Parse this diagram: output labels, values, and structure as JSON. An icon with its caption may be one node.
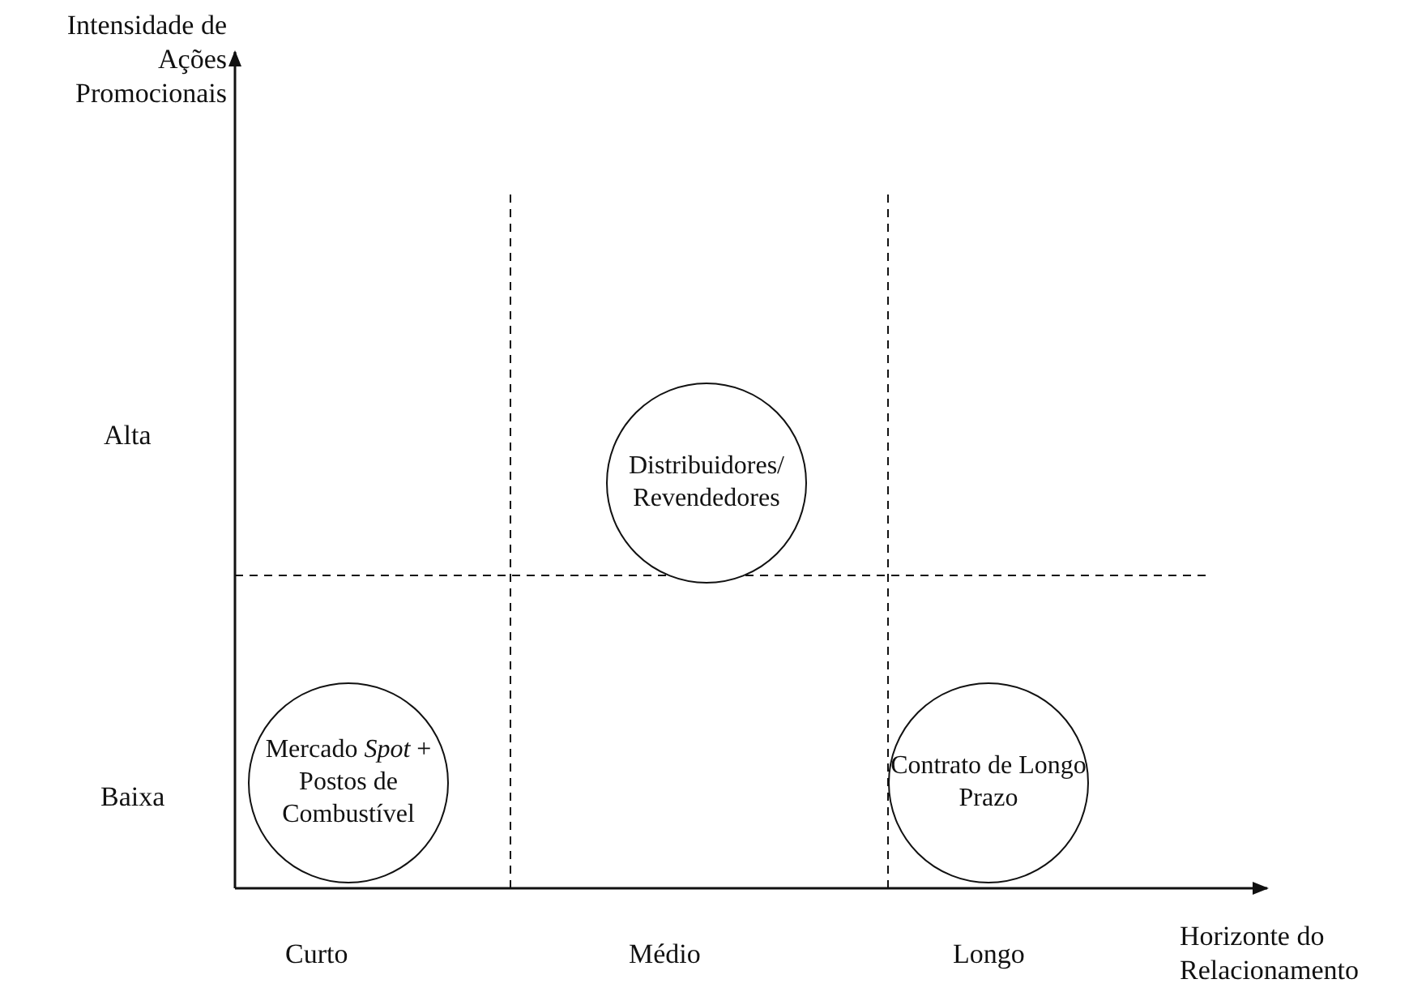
{
  "diagram": {
    "nodes": [
      {
        "text": [
          "Distribuidores/ Revendedores"
        ]
      },
      {
        "text": [
          "Mercado *Spot* + Postos de Combustível"
        ]
      },
      {
        "text": [
          "Contrato de Longo Prazo"
        ]
      }
    ],
    "labels": [
      "Intensidade de Ações Promocionais",
      "Alta",
      "Baixa",
      "Curto",
      "Médio",
      "Longo",
      "Horizonte do Relacionamento"
    ]
  }
}
